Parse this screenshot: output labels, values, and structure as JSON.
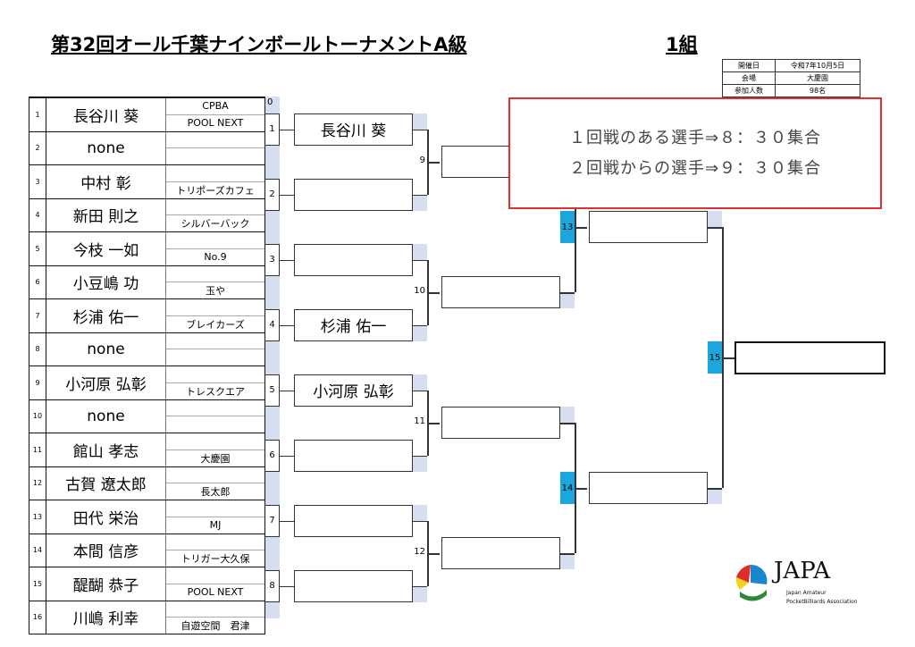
{
  "header": {
    "title": "第32回オール千葉ナインボールトーナメントA級",
    "group": "1組"
  },
  "info": [
    {
      "label": "開催日",
      "value": "令和7年10月5日"
    },
    {
      "label": "会場",
      "value": "大慶園"
    },
    {
      "label": "参加人数",
      "value": "98名"
    }
  ],
  "players": [
    {
      "no": "1",
      "name": "長谷川 葵",
      "club_top": "CPBA",
      "club_bottom": "POOL NEXT"
    },
    {
      "no": "2",
      "name": "none",
      "club_top": "",
      "club_bottom": ""
    },
    {
      "no": "3",
      "name": "中村 彰",
      "club_top": "",
      "club_bottom": "トリポーズカフェ"
    },
    {
      "no": "4",
      "name": "新田 則之",
      "club_top": "",
      "club_bottom": "シルバーバック"
    },
    {
      "no": "5",
      "name": "今枝 一如",
      "club_top": "",
      "club_bottom": "No.9"
    },
    {
      "no": "6",
      "name": "小豆嶋 功",
      "club_top": "",
      "club_bottom": "玉や"
    },
    {
      "no": "7",
      "name": "杉浦 佑一",
      "club_top": "",
      "club_bottom": "ブレイカーズ"
    },
    {
      "no": "8",
      "name": "none",
      "club_top": "",
      "club_bottom": ""
    },
    {
      "no": "9",
      "name": "小河原 弘彰",
      "club_top": "",
      "club_bottom": "トレスクエア"
    },
    {
      "no": "10",
      "name": "none",
      "club_top": "",
      "club_bottom": ""
    },
    {
      "no": "11",
      "name": "館山 孝志",
      "club_top": "",
      "club_bottom": "大慶園"
    },
    {
      "no": "12",
      "name": "古賀 遼太郎",
      "club_top": "",
      "club_bottom": "長太郎"
    },
    {
      "no": "13",
      "name": "田代 栄治",
      "club_top": "",
      "club_bottom": "MJ"
    },
    {
      "no": "14",
      "name": "本間 信彦",
      "club_top": "",
      "club_bottom": "トリガー大久保"
    },
    {
      "no": "15",
      "name": "醍醐 恭子",
      "club_top": "",
      "club_bottom": "POOL NEXT"
    },
    {
      "no": "16",
      "name": "川嶋 利幸",
      "club_top": "",
      "club_bottom": "自遊空間　君津"
    }
  ],
  "match0_label": "0",
  "round1_matches": [
    "1",
    "2",
    "3",
    "4",
    "5",
    "6",
    "7",
    "8"
  ],
  "round2_names": [
    "長谷川 葵",
    "",
    "",
    "杉浦 佑一",
    "小河原 弘彰",
    "",
    "",
    ""
  ],
  "round2_matches": [
    "9",
    "10",
    "11",
    "12"
  ],
  "round3_names": [
    "",
    "",
    "",
    ""
  ],
  "round3_matches": [
    "13",
    "14"
  ],
  "round4_names": [
    "",
    ""
  ],
  "final_match": "15",
  "champion": "",
  "note": {
    "line1": "１回戦のある選手⇒８：３０集合",
    "line2": "２回戦からの選手⇒９：３０集合"
  },
  "logo": {
    "text": "JAPA",
    "sub1": "Japan Amateur",
    "sub2": "PocketBilliards Association"
  },
  "colors": {
    "accent_blue": "#1ba6de",
    "strip": "#d6dff0",
    "note_border": "#e03030"
  }
}
